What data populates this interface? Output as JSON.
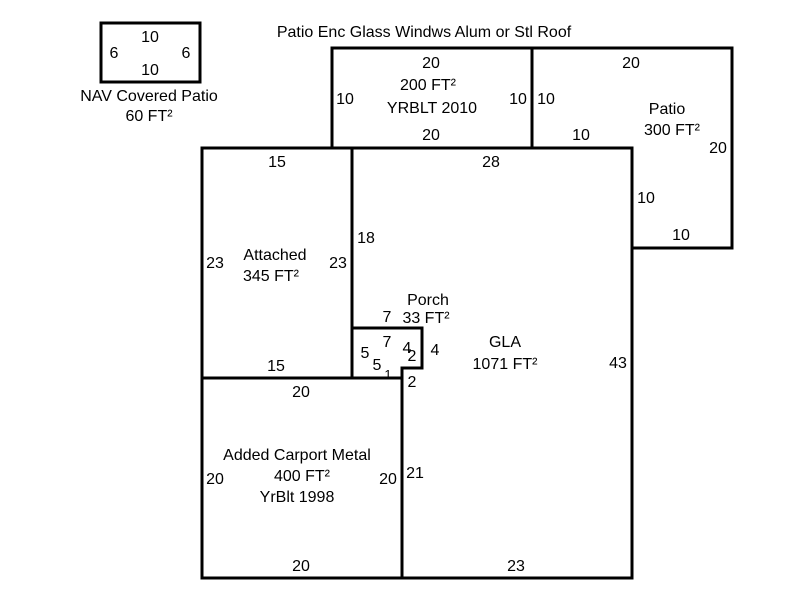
{
  "title": "Patio Enc Glass Windws Alum or Stl Roof",
  "nav_patio": {
    "name": "NAV Covered Patio",
    "area": "60 FT²",
    "top": "10",
    "bottom": "10",
    "left": "6",
    "right": "6"
  },
  "patio_enc": {
    "area": "200 FT²",
    "yrblt": "YRBLT 2010",
    "top": "20",
    "bottom": "20",
    "left": "10",
    "right": "10"
  },
  "patio": {
    "name": "Patio",
    "area": "300 FT²",
    "top": "20",
    "left_upper": "10",
    "bottom_inner": "10",
    "right": "20",
    "left_lower": "10",
    "bottom": "10"
  },
  "attached": {
    "name": "Attached",
    "area": "345 FT²",
    "top": "15",
    "bottom": "15",
    "left": "23",
    "right": "23"
  },
  "gla": {
    "name": "GLA",
    "area": "1071 FT²",
    "top": "28",
    "right": "43",
    "bottom": "23",
    "left_upper": "18",
    "left_lower": "21",
    "step": "2"
  },
  "porch": {
    "name": "Porch",
    "area": "33 FT²",
    "top_outer": "7",
    "top_inner": "7",
    "left_outer": "5",
    "left_inner": "5",
    "right_outer": "4",
    "right_inner": "4",
    "step_inner": "2",
    "bottom_inner": "1"
  },
  "carport": {
    "name": "Added Carport Metal",
    "area": "400 FT²",
    "yrblt": "YrBlt 1998",
    "top": "20",
    "bottom": "20",
    "left": "20",
    "right": "20"
  }
}
